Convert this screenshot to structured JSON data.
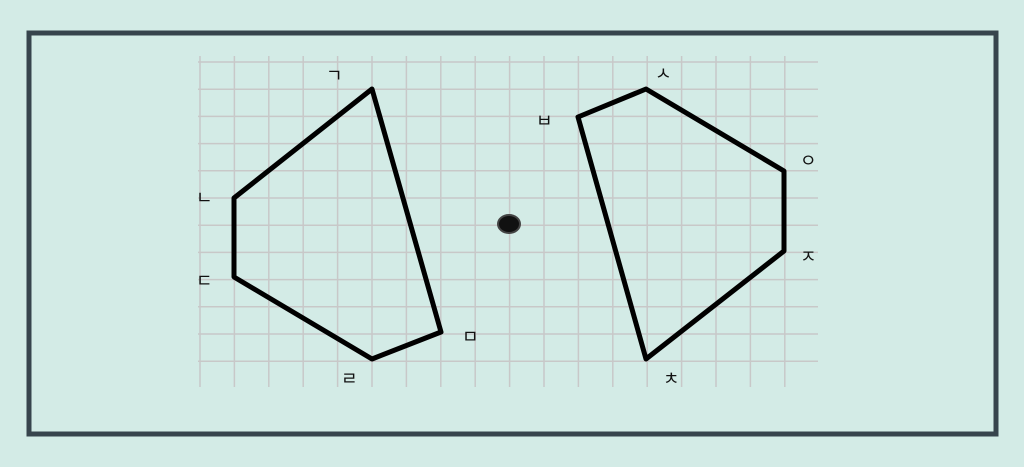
{
  "colors": {
    "background": "#d3ebe6",
    "frame": "#37444d",
    "grid": "#c8c8c8",
    "shape": "#000000"
  },
  "left_shape_labels": [
    "ㄱ",
    "ㄴ",
    "ㄷ",
    "ㄹ",
    "ㅁ"
  ],
  "right_shape_labels": [
    "ㅂ",
    "ㅅ",
    "ㅇ",
    "ㅈ",
    "ㅊ"
  ],
  "center_point": "point-symmetry-center"
}
